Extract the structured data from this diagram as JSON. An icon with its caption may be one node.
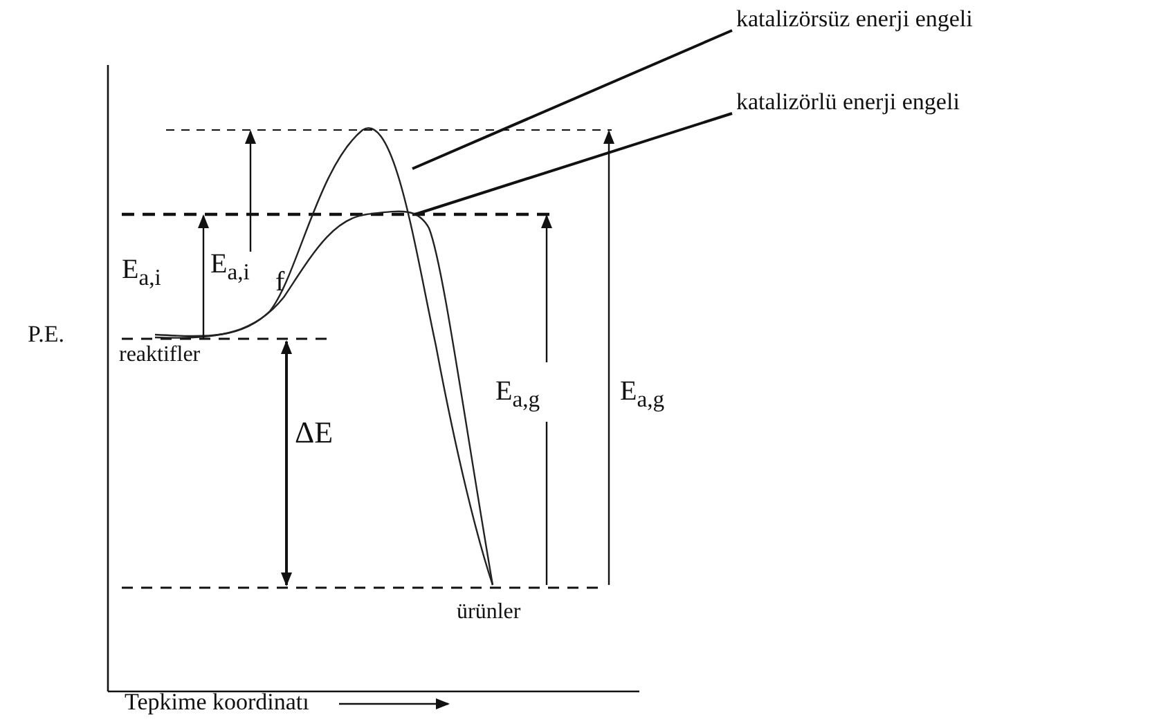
{
  "diagram": {
    "nodes": [
      {
        "text": [
          "katalizörsüz enerji engeli"
        ]
      },
      {
        "text": [
          "katalizörlü enerji engeli"
        ]
      }
    ],
    "edges": [
      {
        "from": 0,
        "to": null,
        "arrow": "none"
      },
      {
        "from": 1,
        "to": null,
        "arrow": "none"
      }
    ],
    "labels": [
      "E$_{a,i}$",
      "E$_{a,i}$",
      "f",
      "P.E.",
      "reaktifler",
      "E$_{a,g}$",
      "E$_{a,g}$",
      "ΔE",
      "ürünler",
      "Tepkime koordinatı"
    ]
  }
}
